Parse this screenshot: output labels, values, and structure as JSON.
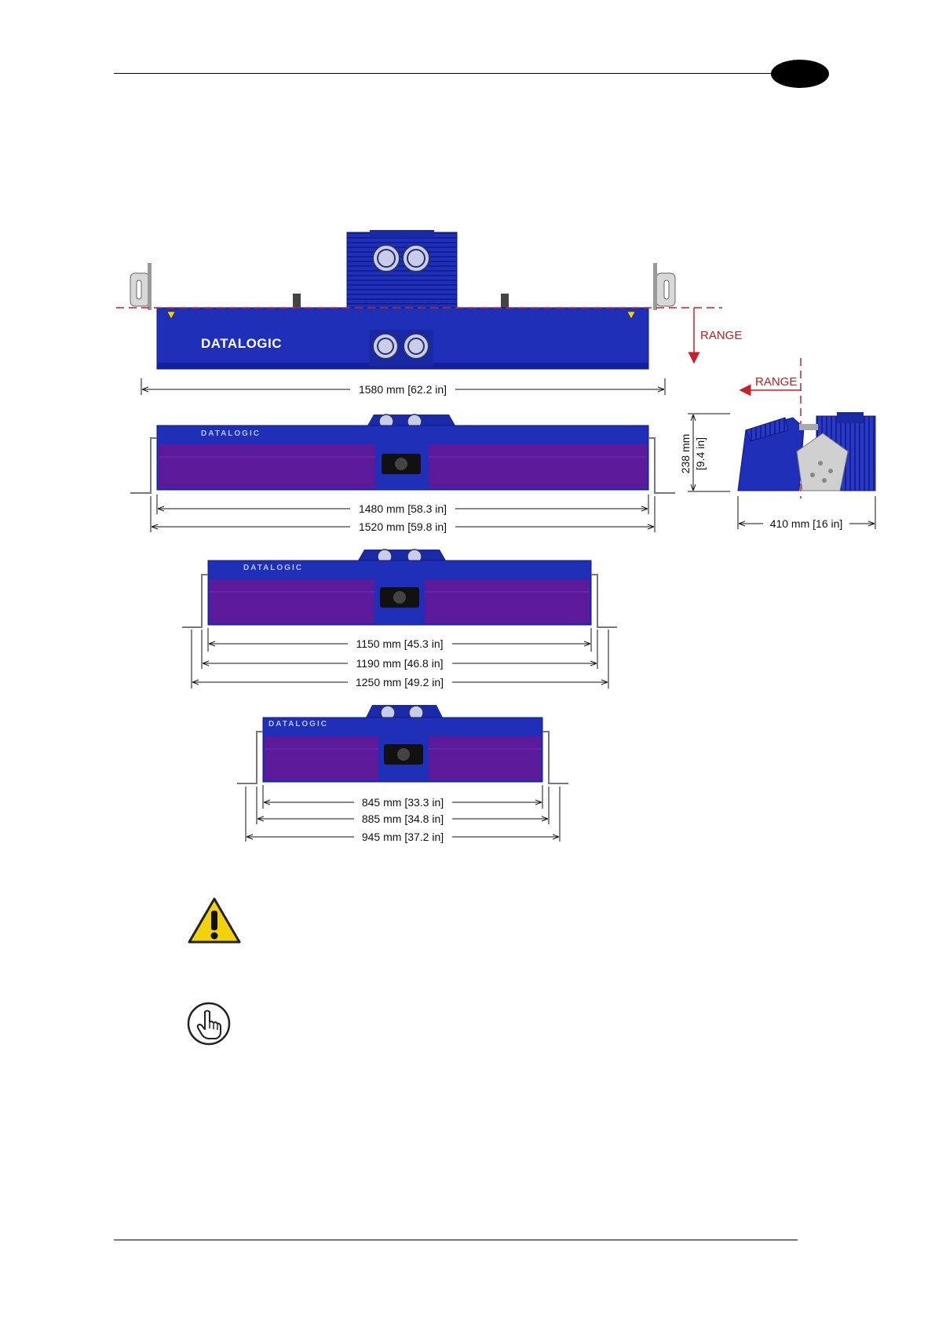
{
  "header": {
    "tab_label": ""
  },
  "figure": {
    "brand": "DATALOGIC",
    "range_label_1": "RANGE",
    "range_label_2": "RANGE",
    "top_view_width": "1580 mm [62.2 in]",
    "side_height_mm": "238 mm",
    "side_height_in": "[9.4 in]",
    "side_depth": "410 mm [16 in]",
    "model_large": [
      "1480 mm [58.3 in]",
      "1520 mm [59.8 in]"
    ],
    "model_medium": [
      "1150 mm [45.3 in]",
      "1190 mm [46.8 in]",
      "1250 mm [49.2 in]"
    ],
    "model_small": [
      "845 mm [33.3 in]",
      "885 mm [34.8 in]",
      "945 mm [37.2 in]"
    ]
  },
  "notes": {
    "warning_icon": "warning-triangle-icon",
    "important_icon": "pointing-hand-icon"
  },
  "colors": {
    "housing_blue": "#1f2fb8",
    "window_purple": "#5a1a9a",
    "range_red": "#c8202a"
  }
}
